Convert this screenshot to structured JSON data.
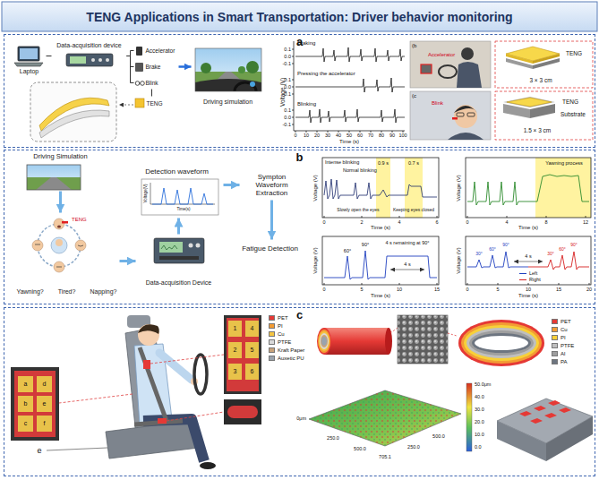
{
  "diagram": {
    "title": "TENG Applications in Smart Transportation: Driver behavior monitoring",
    "nodes": [
      {
        "text": [
          "a"
        ]
      },
      {
        "text": [
          "Laptop"
        ],
        "in": 0
      },
      {
        "text": [
          "Data-acquisition device"
        ],
        "in": 0
      },
      {
        "text": [
          "Accelerator"
        ],
        "in": 0
      },
      {
        "text": [
          "Brake"
        ],
        "in": 0
      },
      {
        "text": [
          "Blink"
        ],
        "in": 0
      },
      {
        "text": [
          "TENG"
        ],
        "in": 0
      },
      {
        "text": [
          "Driving simulation"
        ],
        "in": 0
      },
      {
        "text": [
          "b"
        ]
      },
      {
        "text": [
          "Driving Simulation"
        ],
        "in": 8
      },
      {
        "text": [
          "Detection waveform"
        ],
        "in": 8
      },
      {
        "text": [
          "Sympton Waveform Extraction"
        ],
        "in": 8
      },
      {
        "text": [
          "Fatigue Detection"
        ],
        "in": 8
      },
      {
        "text": [
          "Yawning?",
          "Tired?",
          "Napping?"
        ],
        "in": 8
      },
      {
        "text": [
          "Data-acquisition Device"
        ],
        "in": 8
      },
      {
        "text": [
          "c"
        ]
      }
    ],
    "edges": [
      {
        "from": 1,
        "to": 2,
        "arrow": "none"
      },
      {
        "from": 2,
        "to": 3,
        "arrow": "none"
      },
      {
        "from": 2,
        "to": 4,
        "arrow": "none"
      },
      {
        "from": 2,
        "to": 5,
        "arrow": "none"
      },
      {
        "from": 5,
        "to": 6,
        "arrow": "none"
      },
      {
        "from": 4,
        "to": 7,
        "arrow": "to"
      },
      {
        "from": 9,
        "to": 13,
        "arrow": "to"
      },
      {
        "from": 13,
        "to": 14,
        "arrow": "to"
      },
      {
        "from": 14,
        "to": 10,
        "arrow": "to"
      },
      {
        "from": 10,
        "to": 11,
        "arrow": "to"
      },
      {
        "from": 11,
        "to": 12,
        "arrow": "to"
      }
    ],
    "labels": [
      "Voltage (V)",
      "Braking",
      "Pressing the accelerator",
      "Blinking",
      "0.1",
      "0.0",
      "-0.1",
      "0.1",
      "0.0",
      "-0.1",
      "0.1",
      "0.0",
      "-0.1",
      "0",
      "10",
      "20",
      "30",
      "40",
      "50",
      "60",
      "70",
      "80",
      "90",
      "100",
      "Time (s)",
      "(b",
      "Accelerator",
      "(c",
      "Blink",
      "TENG",
      "3 × 3 cm",
      "TENG",
      "Substrate",
      "1.5 × 3 cm",
      "TENG",
      "Voltage(V)",
      "Time(s)",
      "Intense blinking",
      "Normal blinking",
      "0.9 s",
      "0.7 s",
      "Slowly open the eyes",
      "Keeping eyes closed",
      "Voltage (V)",
      "0",
      "2",
      "4",
      "6",
      "Time (s)",
      "Yawning process",
      "Voltage (V)",
      "0",
      "4",
      "8",
      "12",
      "Time (s)",
      "60°",
      "90°",
      "4 s remaining at 90°",
      "4 s",
      "Voltage (V)",
      "0",
      "5",
      "10",
      "15",
      "Time (s)",
      "30°",
      "60°",
      "90°",
      "4 s",
      "30°",
      "60°",
      "90°",
      "Voltage (V)",
      "0",
      "5",
      "10",
      "15",
      "20",
      "Time (s)",
      "a",
      "d",
      "b",
      "e",
      "c",
      "f",
      "1",
      "4",
      "2",
      "5",
      "3",
      "6",
      "e",
      "0μm",
      "250.0",
      "500.0",
      "705.1",
      "250.0",
      "500.0",
      "50.0μm",
      "40.0",
      "30.0",
      "20.0",
      "10.0",
      "0.0"
    ],
    "legend": [
      {
        "text": "PET",
        "color": "#e53935"
      },
      {
        "text": "PI",
        "color": "#f39c34"
      },
      {
        "text": "Cu",
        "color": "#f5c542"
      },
      {
        "text": "PTFE",
        "color": "#d9d9d9"
      },
      {
        "text": "Kraft Paper",
        "color": "#c8a27a"
      },
      {
        "text": "Auxetic PU",
        "color": "#9aa3ad"
      },
      {
        "text": "PET",
        "color": "#e53935"
      },
      {
        "text": "Cu",
        "color": "#f39c34"
      },
      {
        "text": "PI",
        "color": "#f7d038"
      },
      {
        "text": "PTFE",
        "color": "#bfbfbf"
      },
      {
        "text": "Al",
        "color": "#9e9e9e"
      },
      {
        "text": "PA",
        "color": "#6d7580"
      },
      {
        "text": "Left"
      },
      {
        "text": "Right"
      }
    ]
  }
}
